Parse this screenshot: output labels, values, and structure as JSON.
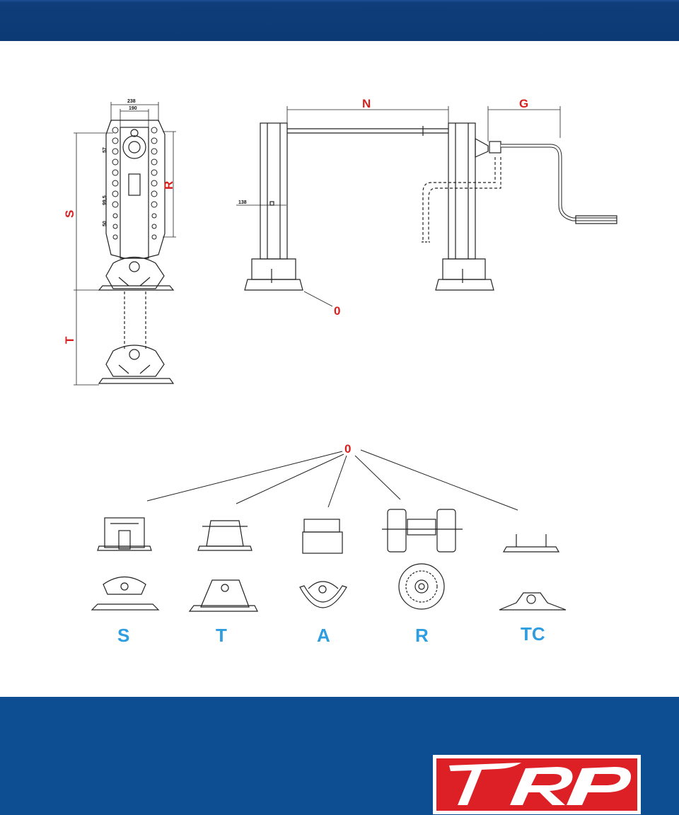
{
  "colors": {
    "header": "#0c3a74",
    "footer": "#0d4d92",
    "label_red": "#d8201f",
    "label_blue": "#2f9ee0",
    "logo_red": "#dd1f26"
  },
  "side_view": {
    "dim_width_outer": "238",
    "dim_width_inner": "190",
    "dim_step": "57",
    "dim_pitch": "99,5",
    "dim_hole": "50",
    "label_s": "S",
    "label_r": "R",
    "label_t": "T"
  },
  "front_view": {
    "label_n": "N",
    "label_g": "G",
    "dim_leg": "138",
    "label_foot": "0"
  },
  "foot_types": {
    "callout": "0",
    "items": [
      {
        "code": "S"
      },
      {
        "code": "T"
      },
      {
        "code": "A"
      },
      {
        "code": "R"
      },
      {
        "code": "TC"
      }
    ]
  },
  "logo": {
    "text": "TRP"
  }
}
